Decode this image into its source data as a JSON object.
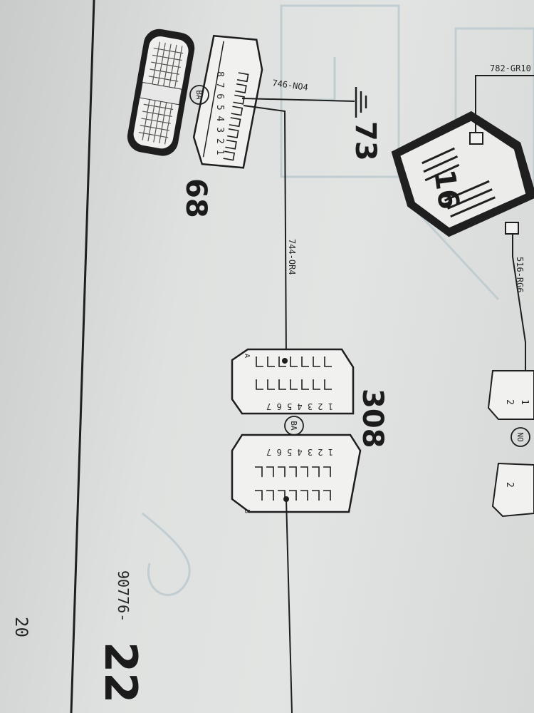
{
  "components": {
    "lamp": {
      "number": "68",
      "badge": "BA"
    },
    "ground": {
      "number": "73"
    },
    "unit": {
      "number": "16"
    },
    "connector": {
      "number": "308",
      "badge": "BA"
    },
    "right_connector": {
      "badge": "NO"
    }
  },
  "wires": {
    "ground_wire": "746-NO4",
    "signal_wire": "744-OR4",
    "top_wire": "782-GR10",
    "unit_wire": "516-RG6"
  },
  "pins": {
    "lamp_pins": "8 7 6 5 4 3 2 1",
    "conn_pins_a": "1 2 3 4 5 6 7",
    "conn_pins_b": "1 2 3 4 5 6 7",
    "conn_row_a": "A",
    "conn_row_b": "B",
    "right_pin_1": "1",
    "right_pin_2": "2",
    "right_pin_2b": "2"
  },
  "footer": {
    "ref_number": "90776-",
    "page_big": "22",
    "page_small": "20"
  },
  "colors": {
    "ink": "#1e1e1e",
    "paper": "#e0e2e1",
    "faded_ink": "#b8c7cb"
  }
}
